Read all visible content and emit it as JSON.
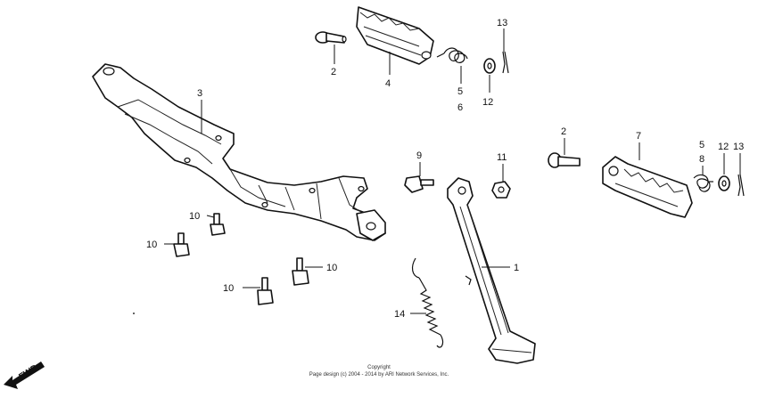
{
  "callouts": {
    "c1": "1",
    "c2a": "2",
    "c2b": "2",
    "c3": "3",
    "c4": "4",
    "c5a": "5",
    "c5b": "5",
    "c6": "6",
    "c7": "7",
    "c8": "8",
    "c9": "9",
    "c10a": "10",
    "c10b": "10",
    "c10c": "10",
    "c10d": "10",
    "c11": "11",
    "c12a": "12",
    "c12b": "12",
    "c13a": "13",
    "c13b": "13",
    "c14": "14"
  },
  "fwd_label": "FWD",
  "copyright": {
    "line1": "Copyright",
    "line2": "Page design (c) 2004 - 2014 by ARI Network Services, Inc."
  }
}
